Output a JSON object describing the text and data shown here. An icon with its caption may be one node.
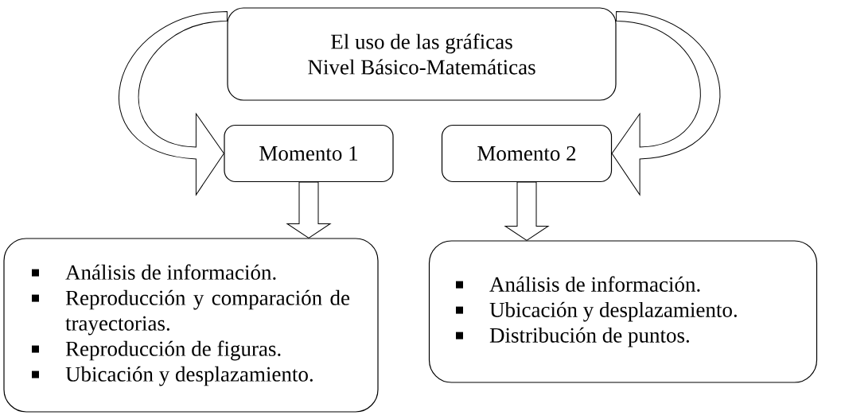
{
  "diagram": {
    "nodes": [
      {
        "text": [
          "El uso de las gráficas",
          "Nivel Básico-Matemáticas"
        ]
      },
      {
        "text": [
          "Momento 1"
        ]
      },
      {
        "text": [
          "Momento 2"
        ]
      },
      {
        "text": [
          "Análisis de información.",
          "Reproducción y comparación de trayectorias.",
          "Reproducción de figuras.",
          "Ubicación y desplazamiento."
        ]
      },
      {
        "text": [
          "Análisis de información.",
          "Ubicación y desplazamiento.",
          "Distribución de puntos."
        ]
      }
    ],
    "edges": [
      {
        "from": 0,
        "to": 1,
        "arrow": "to"
      },
      {
        "from": 0,
        "to": 2,
        "arrow": "to"
      },
      {
        "from": 1,
        "to": 3,
        "arrow": "to"
      },
      {
        "from": 2,
        "to": 4,
        "arrow": "to"
      }
    ]
  }
}
